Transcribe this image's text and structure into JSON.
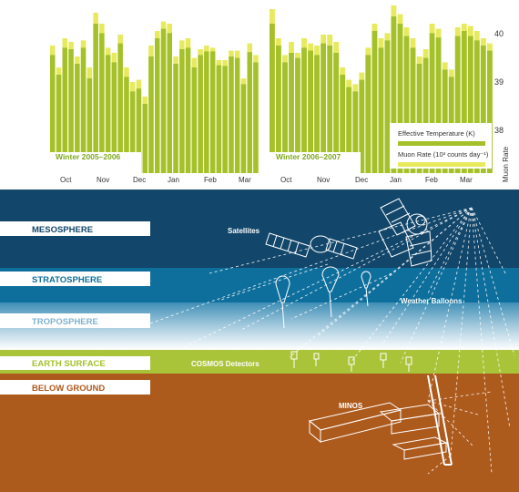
{
  "chart_data": {
    "type": "bar",
    "series": [
      {
        "name": "Effective Temperature (K)"
      },
      {
        "name": "Muon Rate (10³ counts day⁻¹)"
      }
    ],
    "ylabel": "Muon Rate",
    "y_ticks": [
      "40",
      "39",
      "38"
    ],
    "ylim": [
      38,
      40.2
    ],
    "winters": [
      {
        "label": "Winter 2005–2006",
        "months": [
          "Oct",
          "Nov",
          "Dec",
          "Jan",
          "Feb",
          "Mar"
        ],
        "temperature": [
          39.62,
          39.35,
          39.72,
          39.7,
          39.5,
          39.72,
          39.3,
          40.05,
          39.92,
          39.62,
          39.52,
          39.78,
          39.32,
          39.12,
          39.16,
          38.95,
          39.6,
          39.85,
          39.98,
          39.92,
          39.5,
          39.7,
          39.72,
          39.45,
          39.62,
          39.67,
          39.67,
          39.48,
          39.47,
          39.6,
          39.58,
          39.22,
          39.66,
          39.52
        ],
        "muon_rate": [
          39.75,
          39.45,
          39.85,
          39.8,
          39.6,
          39.82,
          39.45,
          40.2,
          40.05,
          39.72,
          39.65,
          39.9,
          39.45,
          39.25,
          39.28,
          39.05,
          39.75,
          39.95,
          40.08,
          40.05,
          39.6,
          39.82,
          39.85,
          39.58,
          39.7,
          39.75,
          39.72,
          39.55,
          39.55,
          39.68,
          39.68,
          39.3,
          39.78,
          39.62
        ]
      },
      {
        "label": "Winter 2006–2007",
        "months": [
          "Oct",
          "Nov",
          "Dec",
          "Jan",
          "Feb",
          "Mar"
        ],
        "temperature": [
          40.05,
          39.75,
          39.52,
          39.65,
          39.58,
          39.72,
          39.68,
          39.62,
          39.78,
          39.75,
          39.65,
          39.35,
          39.18,
          39.12,
          39.28,
          39.62,
          39.95,
          39.72,
          39.82,
          40.15,
          40.05,
          39.88,
          39.72,
          39.5,
          39.58,
          39.92,
          39.86,
          39.42,
          39.32,
          39.88,
          39.95,
          39.88,
          39.82,
          39.75,
          39.68
        ],
        "muon_rate": [
          40.25,
          39.85,
          39.62,
          39.8,
          39.65,
          39.85,
          39.78,
          39.75,
          39.9,
          39.9,
          39.8,
          39.45,
          39.28,
          39.22,
          39.38,
          39.72,
          40.05,
          39.85,
          39.92,
          40.3,
          40.18,
          40,
          39.85,
          39.6,
          39.7,
          40.05,
          39.98,
          39.52,
          39.42,
          40,
          40.05,
          40.02,
          39.95,
          39.85,
          39.78
        ]
      }
    ]
  },
  "colors": {
    "temperature": "#a4c12a",
    "muon_rate": "#e6ea5c",
    "mesosphere": "#12466a",
    "stratosphere": "#0f6f9c",
    "earth_surface": "#aac43a",
    "below_ground": "#ad5a1d"
  },
  "layers": {
    "mesosphere": "MESOSPHERE",
    "stratosphere": "STRATOSPHERE",
    "troposphere": "TROPOSPHERE",
    "earth_surface": "EARTH SURFACE",
    "below_ground": "BELOW GROUND"
  },
  "labels": {
    "satellites": "Satellites",
    "weather_balloons": "Weather Balloons",
    "cosmos": "COSMOS Detectors",
    "minos": "MINOS"
  }
}
